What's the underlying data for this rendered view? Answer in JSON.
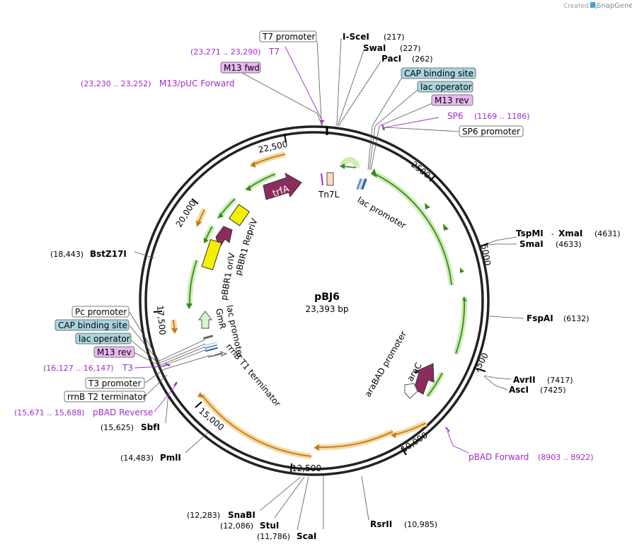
{
  "brand": {
    "prefix": "Created by",
    "name": "SnapGene"
  },
  "plasmid": {
    "name": "pBJ6",
    "size": "23,393 bp"
  },
  "ticks": [
    "2500",
    "5000",
    "7500",
    "10,000",
    "12,500",
    "15,000",
    "17,500",
    "20,000",
    "22,500"
  ],
  "boxes": {
    "t7_promoter": "T7 promoter",
    "m13_fwd": "M13 fwd",
    "cap_top": "CAP binding site",
    "lac_op_top": "lac operator",
    "m13_rev_top": "M13 rev",
    "sp6_promoter": "SP6 promoter",
    "pc_promoter": "Pc promoter",
    "cap_left": "CAP binding site",
    "lac_op_left": "lac operator",
    "m13_rev_left": "M13 rev",
    "t3_promoter": "T3 promoter",
    "rrnb_t2": "rrnB T2 terminator"
  },
  "sites": {
    "iscei": {
      "name": "I-SceI",
      "pos": "(217)"
    },
    "swai": {
      "name": "SwaI",
      "pos": "(227)"
    },
    "paci": {
      "name": "PacI",
      "pos": "(262)"
    },
    "tspmi": {
      "name": "TspMI",
      "sep": "-",
      "name2": "XmaI",
      "pos": "(4631)"
    },
    "smai": {
      "name": "SmaI",
      "pos": "(4633)"
    },
    "fspai": {
      "name": "FspAI",
      "pos": "(6132)"
    },
    "avrii": {
      "name": "AvrII",
      "pos": "(7417)"
    },
    "asci": {
      "name": "AscI",
      "pos": "(7425)"
    },
    "rsrii": {
      "name": "RsrII",
      "pos": "(10,985)"
    },
    "scai": {
      "name": "ScaI",
      "pos": "(11,786)"
    },
    "stui": {
      "name": "StuI",
      "pos": "(12,086)"
    },
    "snabi": {
      "name": "SnaBI",
      "pos": "(12,283)"
    },
    "pmli": {
      "name": "PmlI",
      "pos": "(14,483)"
    },
    "sbfi": {
      "name": "SbfI",
      "pos": "(15,625)"
    },
    "bstz17i": {
      "name": "BstZ17I",
      "pos": "(18,443)"
    }
  },
  "primers": {
    "t7": {
      "range": "(23,271 .. 23,290)",
      "name": "T7"
    },
    "m13puc": {
      "range": "(23,230 .. 23,252)",
      "name": "M13/pUC Forward"
    },
    "sp6": {
      "name": "SP6",
      "range": "(1169 .. 1186)"
    },
    "t3": {
      "range": "(16,127 .. 16,147)",
      "name": "T3"
    },
    "pbad_rev": {
      "range": "(15,671 .. 15,688)",
      "name": "pBAD Reverse"
    },
    "pbad_fwd": {
      "name": "pBAD Forward",
      "range": "(8903 .. 8922)"
    }
  },
  "features": {
    "tn7l": "Tn7L",
    "lac_promoter_top": "lac promoter",
    "trfa": "trfA",
    "oriv": "oriV",
    "pbbr1_rep": "pBBR1 Rep",
    "pbbr1_oriv": "pBBR1 oriV",
    "lac_promoter_left": "lac promoter",
    "gmr": "GmR",
    "rrnb_t1": "rrnB T1 terminator",
    "arac": "araC",
    "arabad_promoter": "araBAD promoter"
  },
  "colors": {
    "backbone": "#222222",
    "primer": "#a12ad0",
    "gene_green": "#3a8a1a",
    "gene_orange": "#c77a1a",
    "feature_purple": "#8b2d5c",
    "ori_yellow": "#f5f000",
    "cap_box": "#a9d4de",
    "primer_box": "#e8b9f0"
  }
}
